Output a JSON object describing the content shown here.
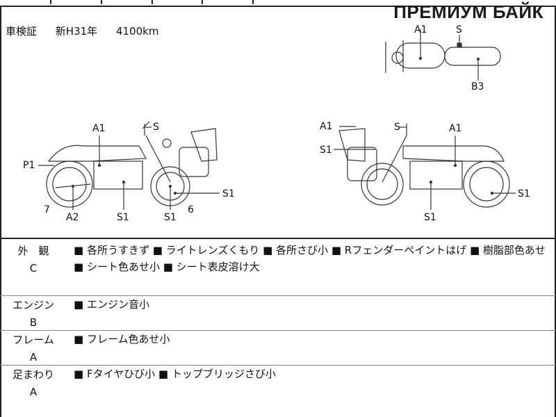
{
  "brand": "ПРЕМИУМ БАЙК",
  "registration": {
    "label": "車検証",
    "expiry": "新H31年",
    "mileage": "4100km"
  },
  "diagram_labels": {
    "top": [
      "A1",
      "S",
      "B3"
    ],
    "left": [
      "A1",
      "S",
      "P1",
      "7",
      "A2",
      "S1",
      "S1",
      "6",
      "S1"
    ],
    "right": [
      "A1",
      "S",
      "A1",
      "S1",
      "S1",
      "S1"
    ]
  },
  "sections": [
    {
      "title": "外　観",
      "grade": "C",
      "text": "■ 各所うすきず ■ ライトレンズくもり ■ 各所さび小 ■ Rフェンダーペイントはげ ■ 樹脂部色あせ ■ シート色あせ小 ■ シート表皮溶け大"
    },
    {
      "title": "エンジン",
      "grade": "B",
      "text": "■ エンジン音小"
    },
    {
      "title": "フレーム",
      "grade": "A",
      "text": "■ フレーム色あせ小"
    },
    {
      "title": "足まわり",
      "grade": "A",
      "text": "■ Fタイヤひび小 ■ トップブリッジさび小"
    }
  ]
}
